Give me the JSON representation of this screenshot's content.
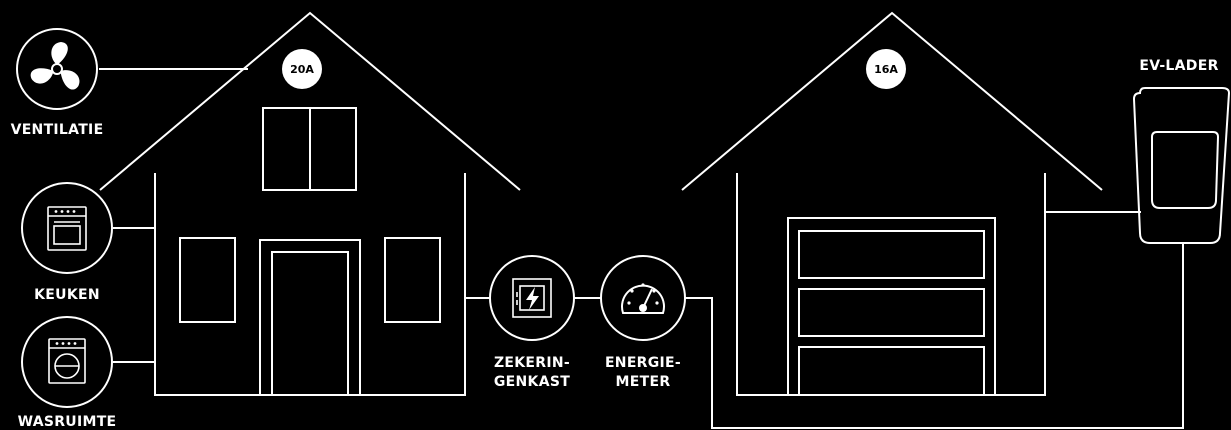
{
  "colors": {
    "background": "#000000",
    "line": "#ffffff",
    "badge_fill": "#ffffff",
    "badge_text": "#000000"
  },
  "house": {
    "badge": "20A"
  },
  "garage": {
    "badge": "16A"
  },
  "appliances": {
    "ventilation": {
      "label": "VENTILATIE",
      "icon": "fan-icon"
    },
    "kitchen": {
      "label": "KEUKEN",
      "icon": "oven-icon"
    },
    "laundry": {
      "label": "WASRUIMTE",
      "icon": "washing-machine-icon"
    }
  },
  "fuse_box": {
    "label_line1": "ZEKERIN-",
    "label_line2": "GENKAST",
    "icon": "fuse-box-icon"
  },
  "energy_meter": {
    "label_line1": "ENERGIE-",
    "label_line2": "METER",
    "icon": "gauge-icon"
  },
  "ev_charger": {
    "label": "EV-LADER",
    "icon": "ev-charger-icon"
  }
}
